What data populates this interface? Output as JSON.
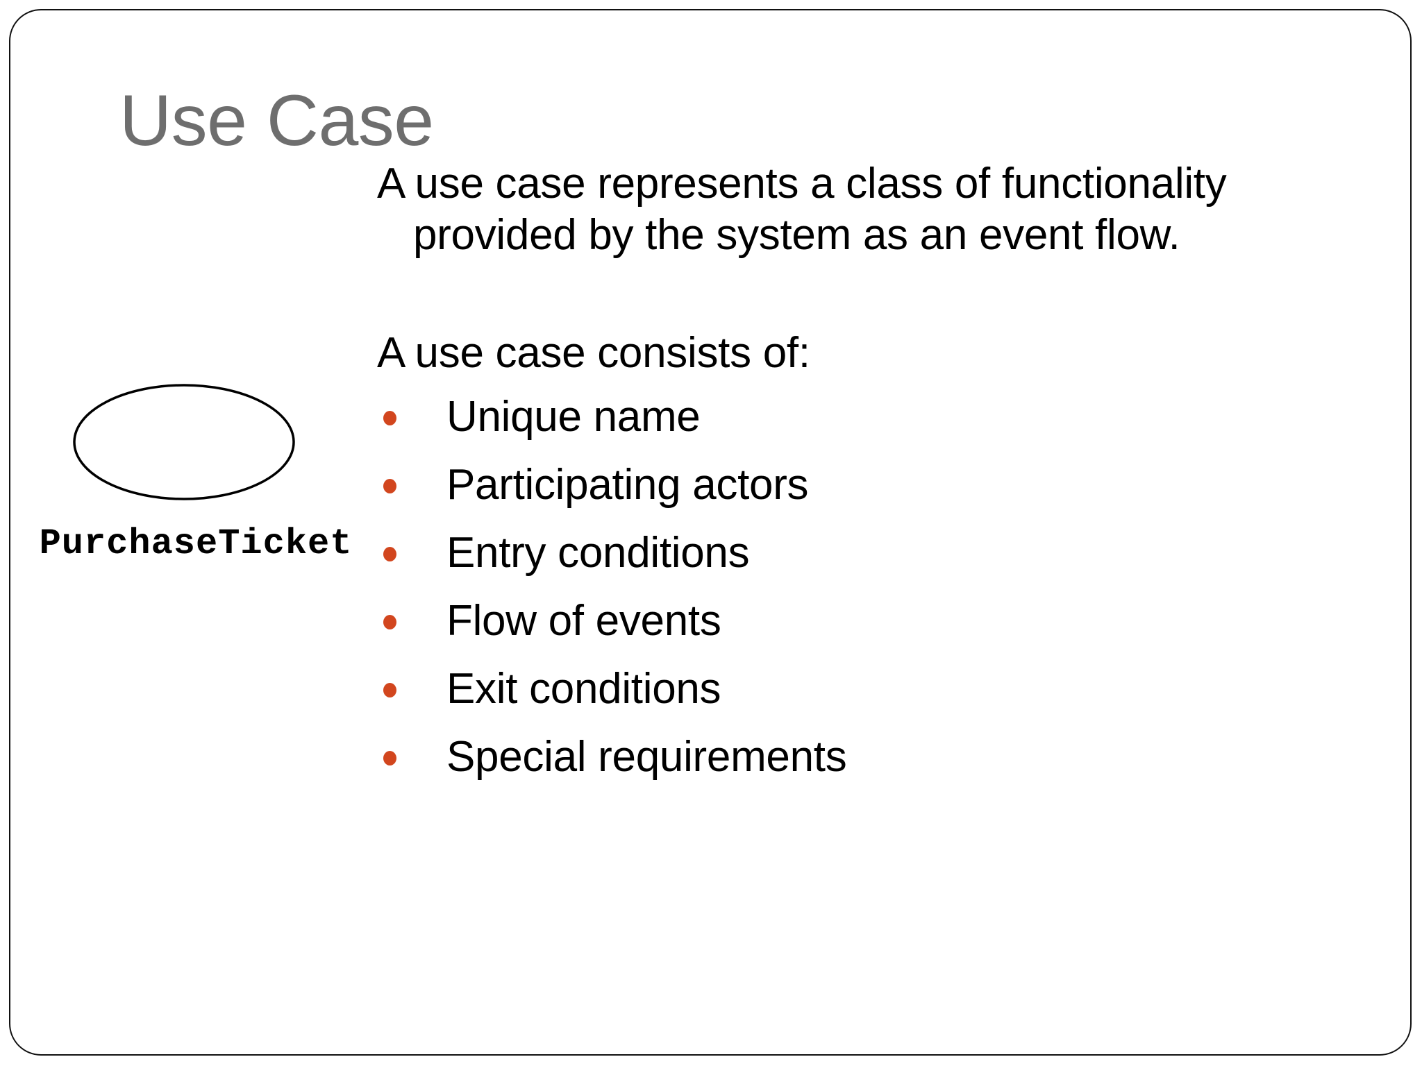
{
  "slide": {
    "title": "Use Case",
    "title_color": "#6e6e6e",
    "background_color": "#ffffff",
    "border_color": "#111111"
  },
  "body": {
    "intro_paragraph": "A use case represents a class of functionality provided by the system as an event flow.",
    "consists_heading": "A use case consists of:",
    "bullet_color": "#d2461e",
    "bullets": [
      {
        "label": "Unique name"
      },
      {
        "label": "Participating actors"
      },
      {
        "label": "Entry conditions"
      },
      {
        "label": "Flow of events"
      },
      {
        "label": "Exit conditions"
      },
      {
        "label": "Special requirements"
      }
    ]
  },
  "diagram": {
    "usecase_name": "PurchaseTicket",
    "shape": "ellipse",
    "shape_stroke_color": "#000000"
  }
}
